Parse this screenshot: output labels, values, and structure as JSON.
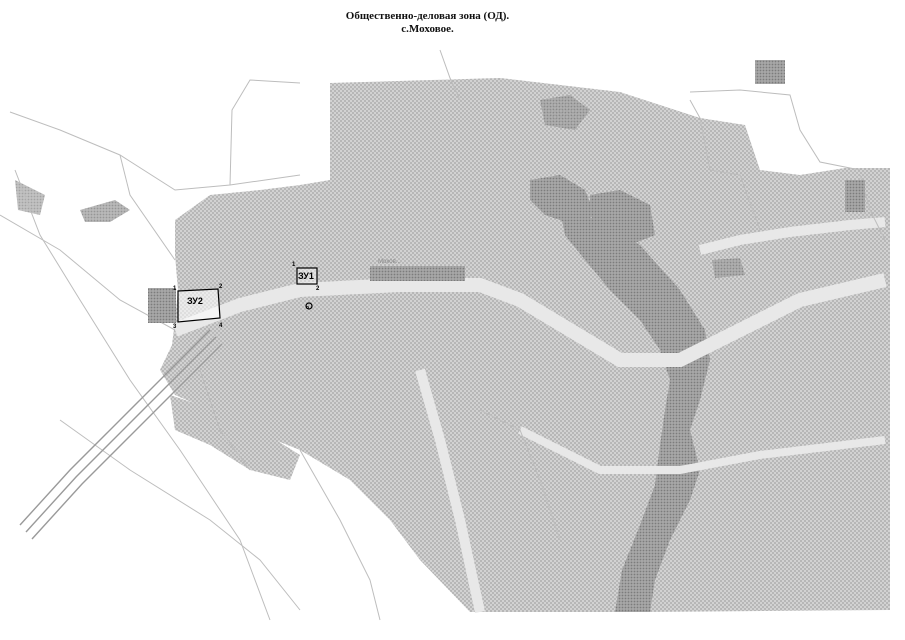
{
  "header": {
    "title_line1": "Общественно-деловая зона (ОД).",
    "title_line2": "с.Моховое."
  },
  "map": {
    "colors": {
      "zone_fill": "#c6c6c6",
      "zone_dots": "#a8a8a8",
      "water_fill": "#9e9e9e",
      "building_fill": "#9a9a9a",
      "road_light": "#e6e6e6",
      "line": "#bdbdbd",
      "marker": "#000000"
    },
    "plots": [
      {
        "label": "ЗУ1",
        "corner_labels": [
          "1",
          "2"
        ]
      },
      {
        "label": "ЗУ2",
        "corner_labels": [
          "1",
          "2",
          "3",
          "4"
        ]
      }
    ],
    "point_marker_label": "о",
    "faint_street_label": "Мохов..."
  }
}
